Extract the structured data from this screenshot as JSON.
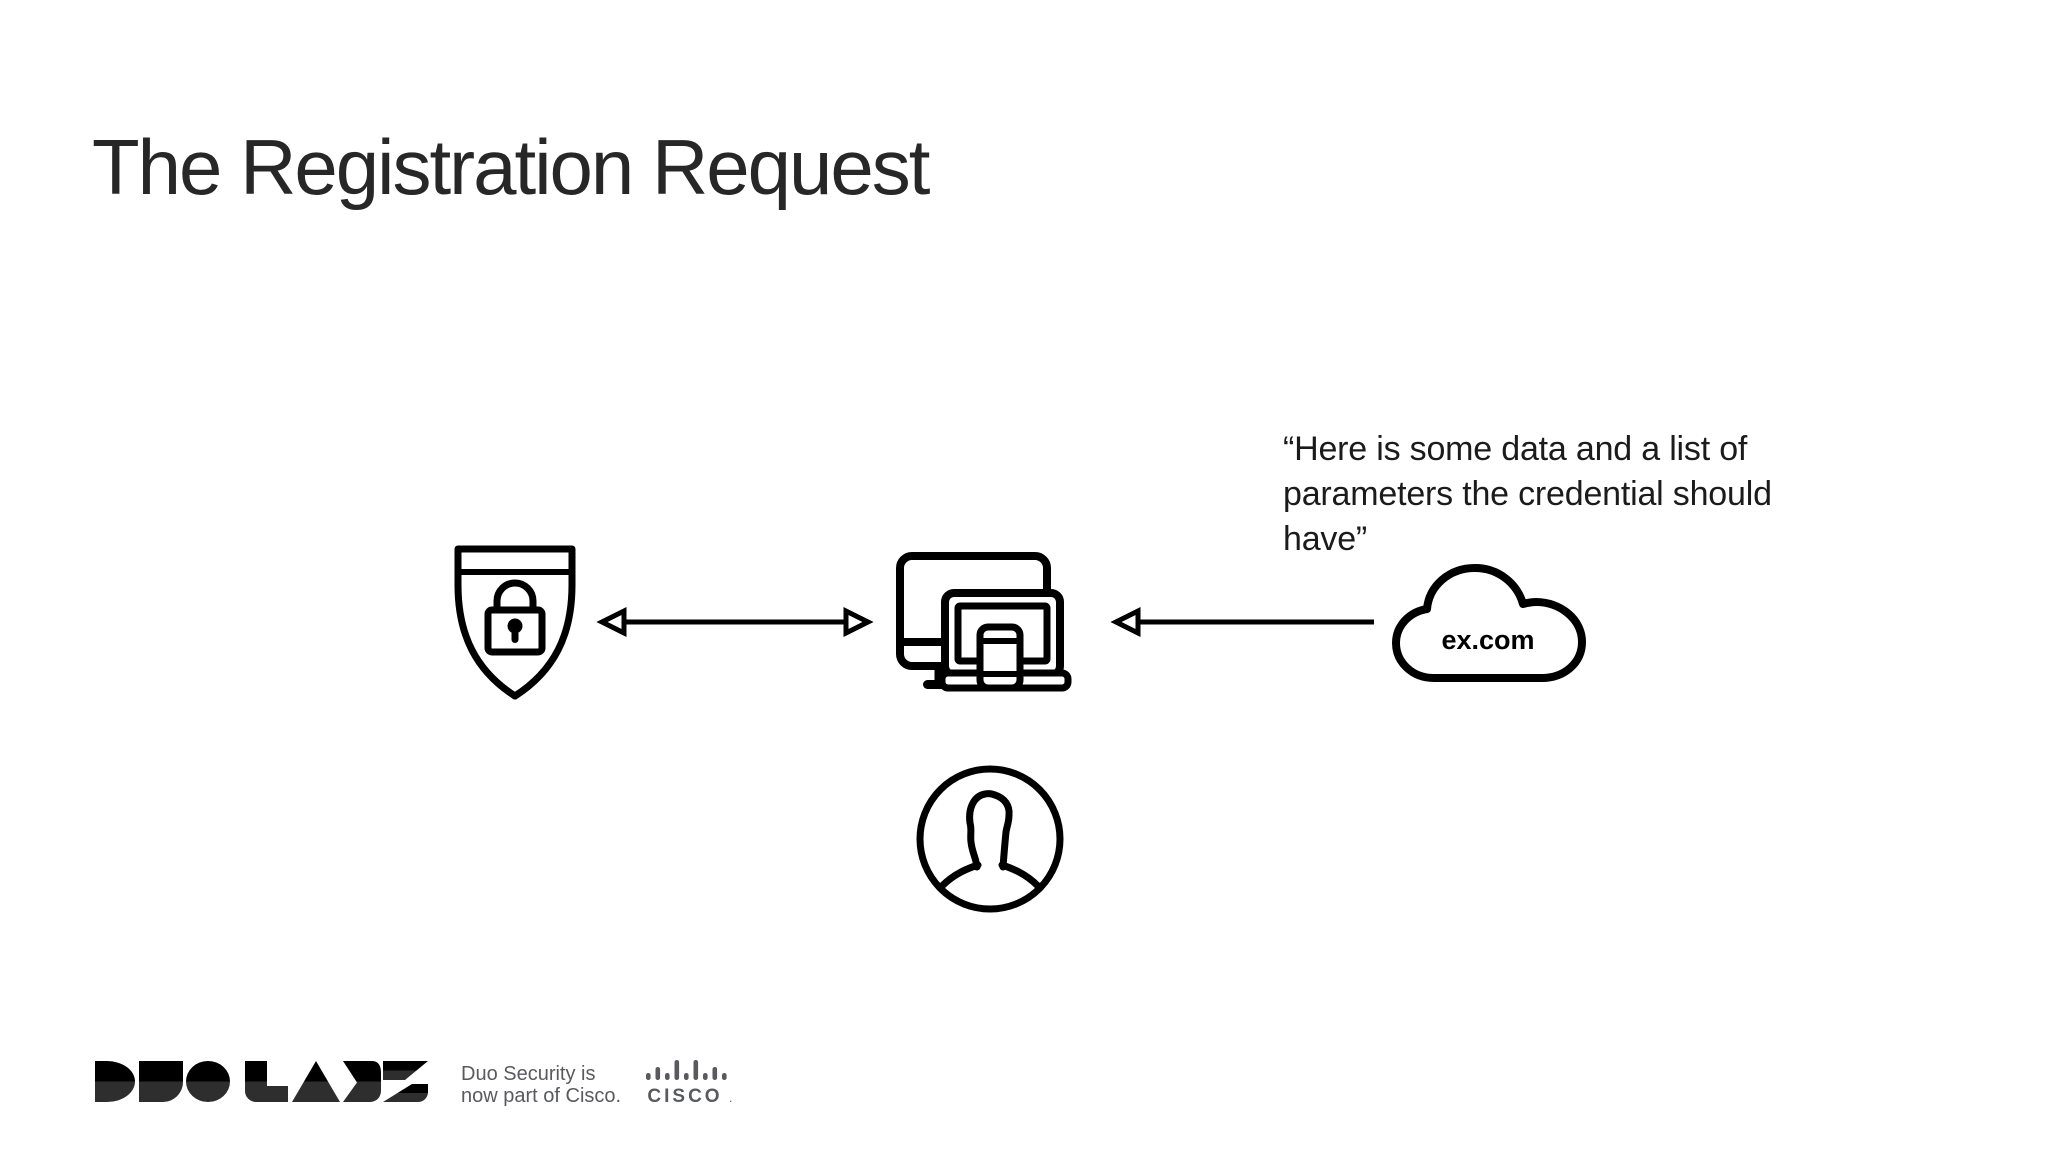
{
  "slide": {
    "title": "The Registration Request"
  },
  "diagram": {
    "quote": "“Here is some data and a list of\nparameters the credential should\nhave”",
    "cloud_label": "ex.com",
    "nodes": [
      "shield-lock",
      "devices",
      "user",
      "cloud"
    ],
    "arrows": [
      {
        "type": "double-headed",
        "between": [
          "shield-lock",
          "devices"
        ]
      },
      {
        "type": "single-headed",
        "from": "cloud",
        "to": "devices"
      }
    ]
  },
  "footer": {
    "duo_labs_text": "DUO LABS",
    "tagline_line1": "Duo Security is",
    "tagline_line2": "now part of Cisco.",
    "cisco_wordmark": "CISCO",
    "cisco_trademark": "."
  },
  "colors": {
    "background": "#ffffff",
    "ink": "#000000",
    "title_text": "#272727",
    "body_text": "#1b1b1b",
    "footer_gray": "#595a5d"
  }
}
